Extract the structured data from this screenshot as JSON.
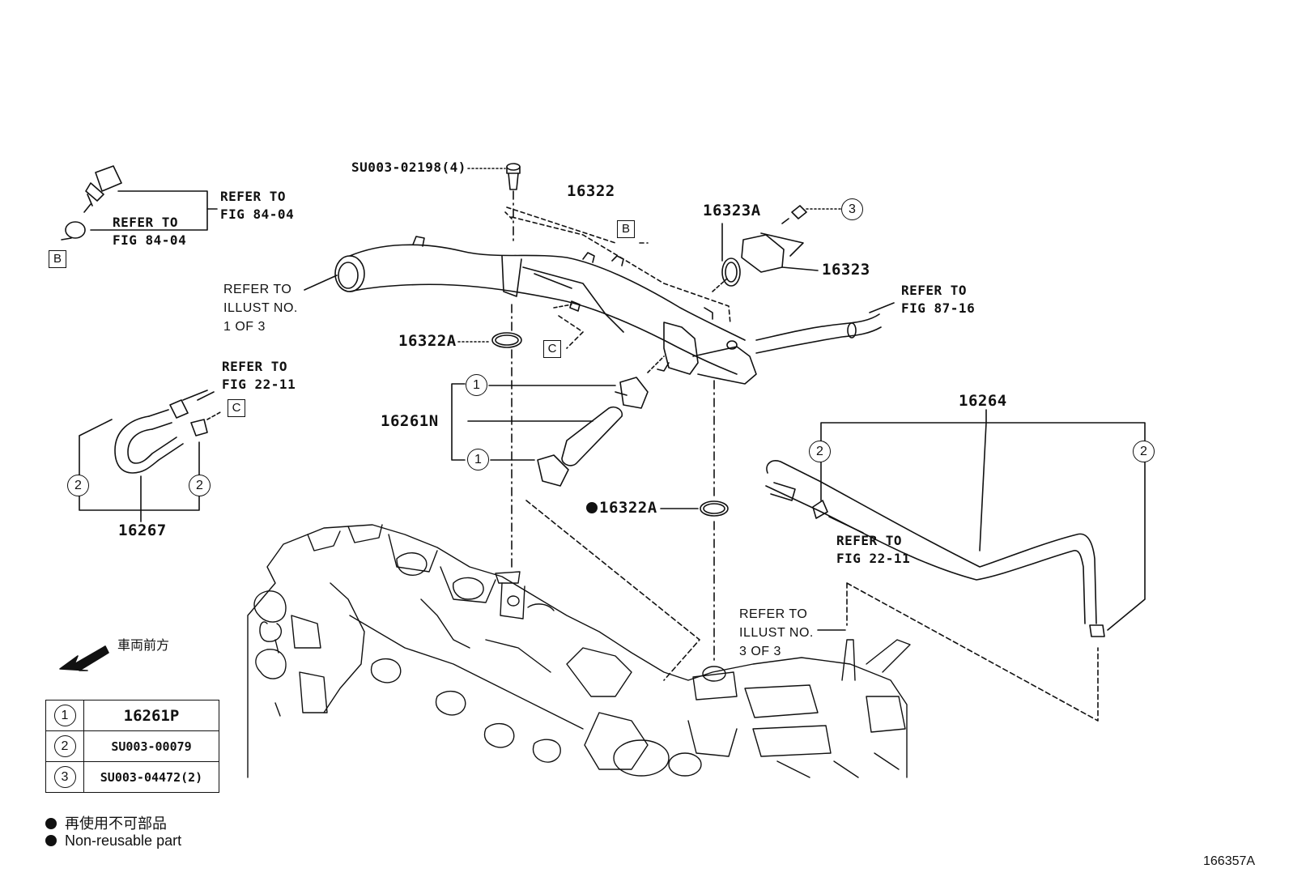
{
  "labels": {
    "su_bolt": "SU003-02198(4)",
    "p16322": "16322",
    "p16323A": "16323A",
    "p16323": "16323",
    "p16322A_top": "16322A",
    "p16322A_bottom": "16322A",
    "p16261N": "16261N",
    "p16264": "16264",
    "p16267": "16267",
    "diagram_id": "166357A"
  },
  "refs": {
    "fig8404_a": [
      "REFER TO",
      "FIG 84-04"
    ],
    "fig8404_b": [
      "REFER TO",
      "FIG 84-04"
    ],
    "illust1": [
      "REFER TO",
      "ILLUST NO.",
      "1 OF 3"
    ],
    "fig2211_a": [
      "REFER TO",
      "FIG 22-11"
    ],
    "fig8716": [
      "REFER TO",
      "FIG 87-16"
    ],
    "fig2211_b": [
      "REFER TO",
      "FIG 22-11"
    ],
    "illust3": [
      "REFER TO",
      "ILLUST NO.",
      "3 OF 3"
    ]
  },
  "boxes": {
    "b_left": "B",
    "b_top": "B",
    "c_top": "C",
    "c_left": "C"
  },
  "callouts": {
    "c1": "1",
    "c2": "2",
    "c3": "3"
  },
  "front_label": "車両前方",
  "legend": [
    {
      "num": "1",
      "value": "16261P"
    },
    {
      "num": "2",
      "value": "SU003-00079"
    },
    {
      "num": "3",
      "value": "SU003-04472(2)"
    }
  ],
  "notes": {
    "jp": "再使用不可部品",
    "en": "Non-reusable part"
  }
}
